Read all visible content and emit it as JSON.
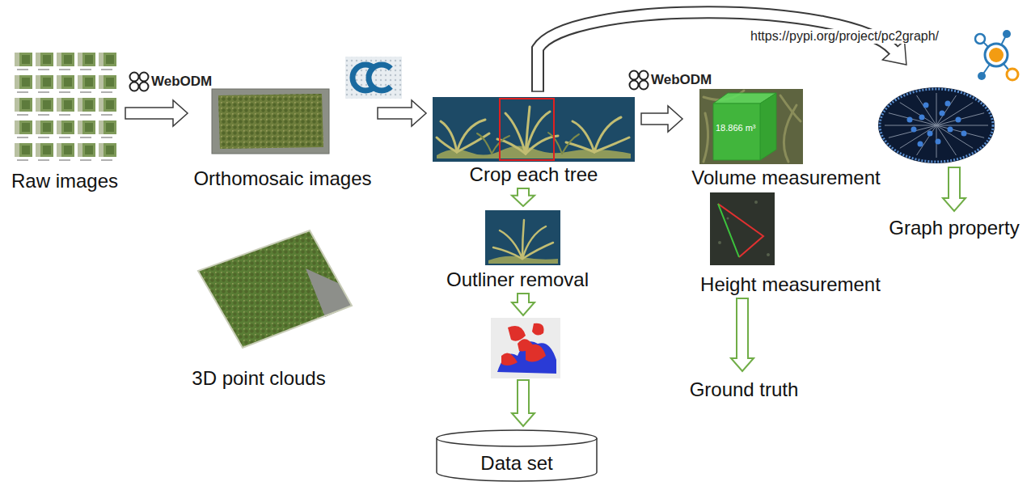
{
  "diagram": {
    "nodes": [
      {
        "text": [
          "Raw images"
        ]
      },
      {
        "text": [
          "Orthomosaic images"
        ]
      },
      {
        "text": [
          "3D point clouds"
        ]
      },
      {
        "text": [
          "Crop each tree"
        ]
      },
      {
        "text": [
          "Outliner removal"
        ]
      },
      {
        "text": [
          "Data set"
        ]
      },
      {
        "text": [
          "Volume measurement"
        ]
      },
      {
        "text": [
          "Height measurement"
        ]
      },
      {
        "text": [
          "Ground truth"
        ]
      },
      {
        "text": [
          "Graph property"
        ]
      }
    ],
    "edges": [
      {
        "from": 0,
        "to": 1,
        "arrow": "to"
      },
      {
        "from": 1,
        "to": 3,
        "arrow": "to"
      },
      {
        "from": 3,
        "to": 6,
        "arrow": "to"
      },
      {
        "from": 3,
        "to": 4,
        "arrow": "to"
      },
      {
        "from": 4,
        "to": 5,
        "arrow": "to"
      },
      {
        "from": 7,
        "to": 8,
        "arrow": "to"
      },
      {
        "from": 3,
        "to": 9,
        "label": "https://pypi.org/project/pc2graph/",
        "arrow": "to"
      }
    ],
    "labels": [
      "WebODM",
      "WebODM",
      "18.866 m³"
    ]
  }
}
